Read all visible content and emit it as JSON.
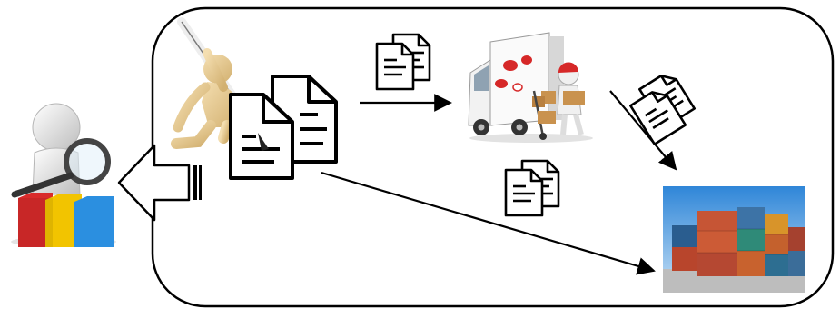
{
  "diagram": {
    "nodes": [
      {
        "id": "archive",
        "icon": "document-search-archive-icon",
        "colors": [
          "#d92b2b",
          "#f2c400",
          "#2b8fe0"
        ]
      },
      {
        "id": "author",
        "icon": "person-with-pen-icon"
      },
      {
        "id": "main-documents",
        "icon": "documents-icon"
      },
      {
        "id": "delivery-truck",
        "icon": "delivery-truck-icon"
      },
      {
        "id": "shipping-containers",
        "icon": "shipping-containers-icon"
      }
    ],
    "edges": [
      {
        "from": "main-documents",
        "to": "delivery-truck",
        "label_icon": "documents-icon"
      },
      {
        "from": "delivery-truck",
        "to": "shipping-containers",
        "label_icon": "documents-icon"
      },
      {
        "from": "main-documents",
        "to": "shipping-containers",
        "label_icon": "documents-icon"
      },
      {
        "from": "main-documents",
        "to": "archive",
        "style": "hollow-block-arrow"
      }
    ],
    "frame": {
      "style": "rounded-rectangle",
      "color": "#000000"
    }
  }
}
